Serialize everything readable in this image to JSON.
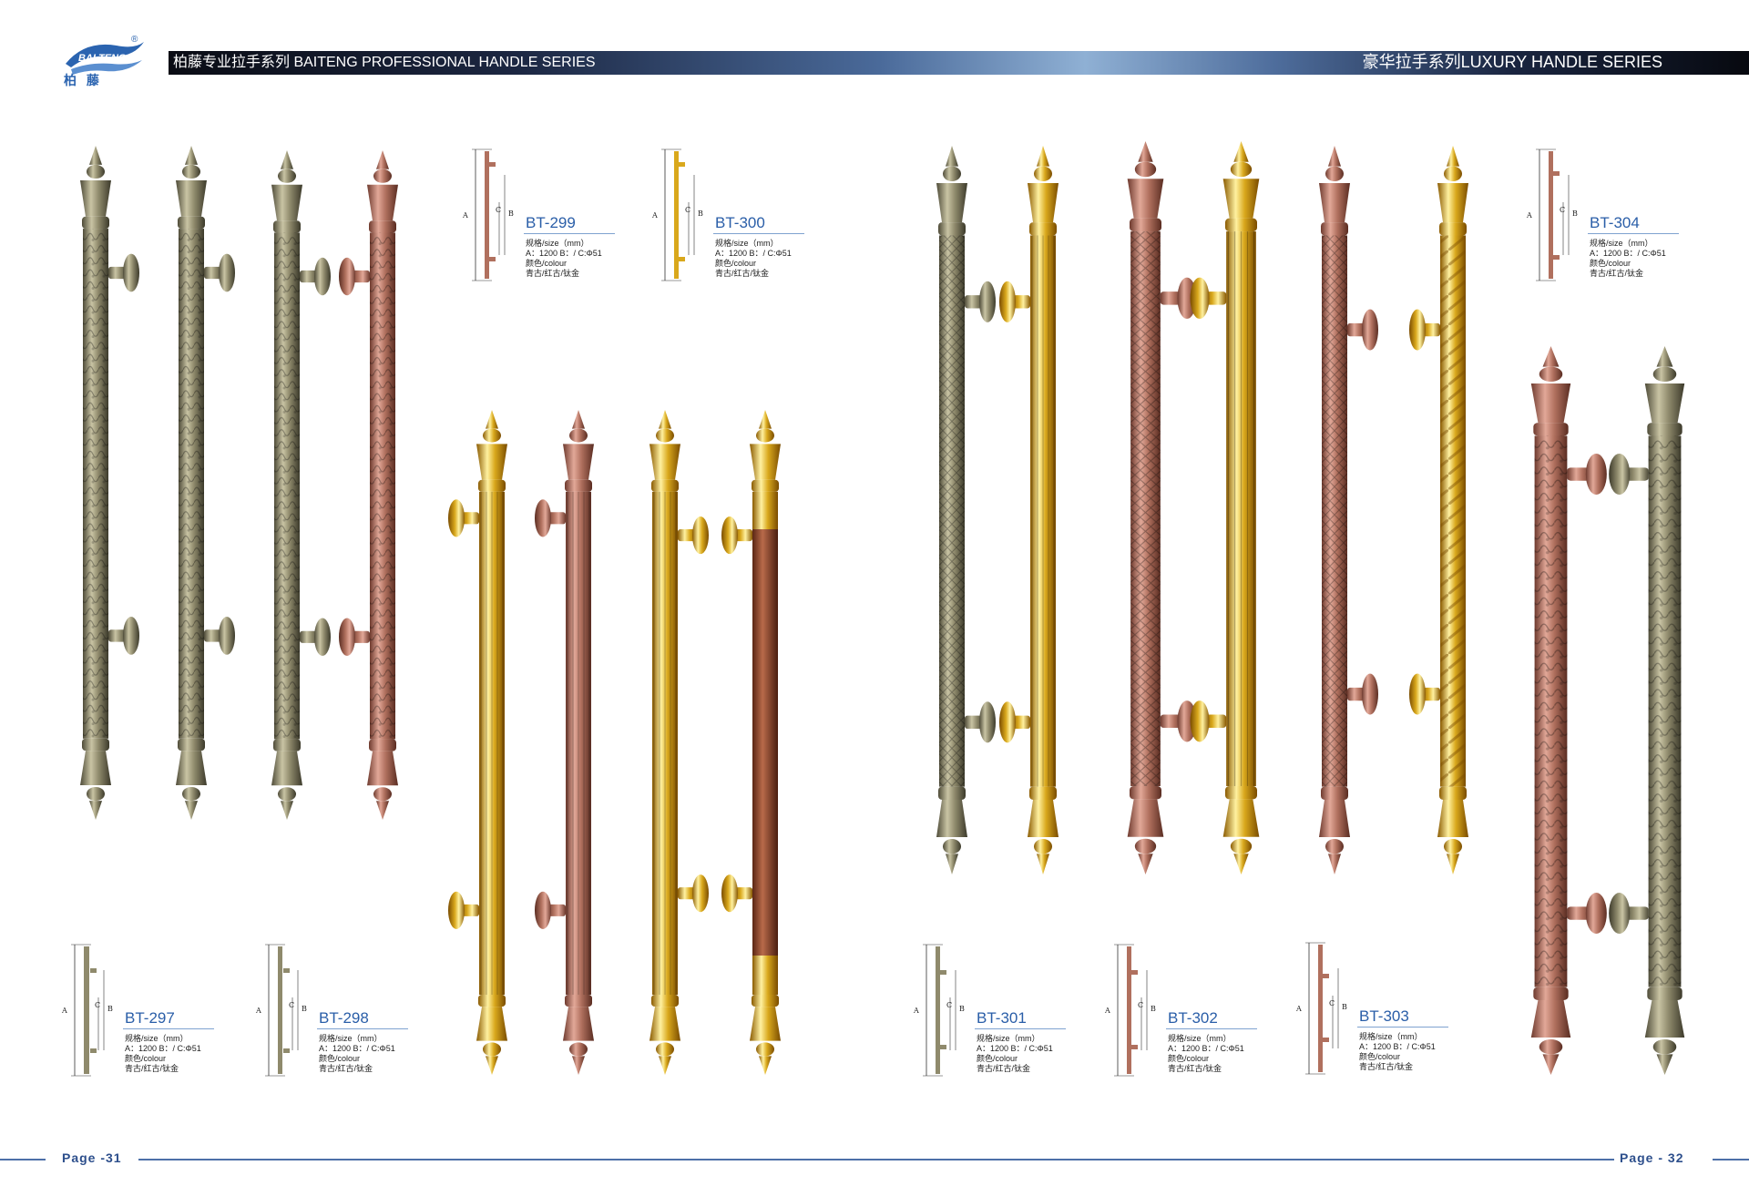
{
  "header": {
    "logo_text": "柏 藤",
    "logo_brand": "BAI TENG",
    "logo_reg": "®",
    "left_title": "柏藤专业拉手系列 BAITENG PROFESSIONAL HANDLE SERIES",
    "right_title": "豪华拉手系列LUXURY HANDLE SERIES"
  },
  "colors": {
    "bronze": "#8f8a6c",
    "red_bronze": "#b0705e",
    "gold": "#d9a81c",
    "band_dark": "#0a0c14",
    "spec_blue": "#2a5ea8"
  },
  "dim_labels": {
    "a": "A",
    "b": "B",
    "c": "C"
  },
  "specs": [
    {
      "model": "BT-297",
      "size_label": "规格/size（mm）",
      "size": "A：1200 B：/ C:Φ51",
      "colour_label": "颜色/colour",
      "colours": "青古/红古/钛金"
    },
    {
      "model": "BT-298",
      "size_label": "规格/size（mm）",
      "size": "A：1200 B：/ C:Φ51",
      "colour_label": "颜色/colour",
      "colours": "青古/红古/钛金"
    },
    {
      "model": "BT-299",
      "size_label": "规格/size（mm）",
      "size": "A：1200 B：/ C:Φ51",
      "colour_label": "颜色/colour",
      "colours": "青古/红古/钛金"
    },
    {
      "model": "BT-300",
      "size_label": "规格/size（mm）",
      "size": "A：1200 B：/ C:Φ51",
      "colour_label": "颜色/colour",
      "colours": "青古/红古/钛金"
    },
    {
      "model": "BT-301",
      "size_label": "规格/size（mm）",
      "size": "A：1200 B：/ C:Φ51",
      "colour_label": "颜色/colour",
      "colours": "青古/红古/钛金"
    },
    {
      "model": "BT-302",
      "size_label": "规格/size（mm）",
      "size": "A：1200 B：/ C:Φ51",
      "colour_label": "颜色/colour",
      "colours": "青古/红古/钛金"
    },
    {
      "model": "BT-303",
      "size_label": "规格/size（mm）",
      "size": "A：1200 B：/ C:Φ51",
      "colour_label": "颜色/colour",
      "colours": "青古/红古/钛金"
    },
    {
      "model": "BT-304",
      "size_label": "规格/size（mm）",
      "size": "A：1200 B：/ C:Φ51",
      "colour_label": "颜色/colour",
      "colours": "青古/红古/钛金"
    }
  ],
  "footer": {
    "left_page": "Page -31",
    "right_page": "Page - 32"
  }
}
